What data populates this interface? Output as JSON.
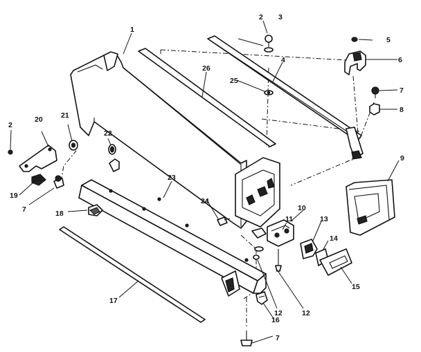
{
  "diagram": {
    "callouts": [
      {
        "id": "p1",
        "label": "1"
      },
      {
        "id": "p2a",
        "label": "2"
      },
      {
        "id": "p3",
        "label": "3"
      },
      {
        "id": "p4",
        "label": "4"
      },
      {
        "id": "p5",
        "label": "5"
      },
      {
        "id": "p6",
        "label": "6"
      },
      {
        "id": "p7a",
        "label": "7"
      },
      {
        "id": "p8",
        "label": "8"
      },
      {
        "id": "p9",
        "label": "9"
      },
      {
        "id": "p10",
        "label": "10"
      },
      {
        "id": "p11",
        "label": "11"
      },
      {
        "id": "p12a",
        "label": "12"
      },
      {
        "id": "p12b",
        "label": "12"
      },
      {
        "id": "p13",
        "label": "13"
      },
      {
        "id": "p14",
        "label": "14"
      },
      {
        "id": "p15",
        "label": "15"
      },
      {
        "id": "p16",
        "label": "16"
      },
      {
        "id": "p17",
        "label": "17"
      },
      {
        "id": "p18",
        "label": "18"
      },
      {
        "id": "p19",
        "label": "19"
      },
      {
        "id": "p20",
        "label": "20"
      },
      {
        "id": "p21",
        "label": "21"
      },
      {
        "id": "p22",
        "label": "22"
      },
      {
        "id": "p23",
        "label": "23"
      },
      {
        "id": "p24",
        "label": "24"
      },
      {
        "id": "p25",
        "label": "25"
      },
      {
        "id": "p26",
        "label": "26"
      },
      {
        "id": "p2b",
        "label": "2"
      },
      {
        "id": "p7b",
        "label": "7"
      },
      {
        "id": "p7c",
        "label": "7"
      }
    ]
  }
}
